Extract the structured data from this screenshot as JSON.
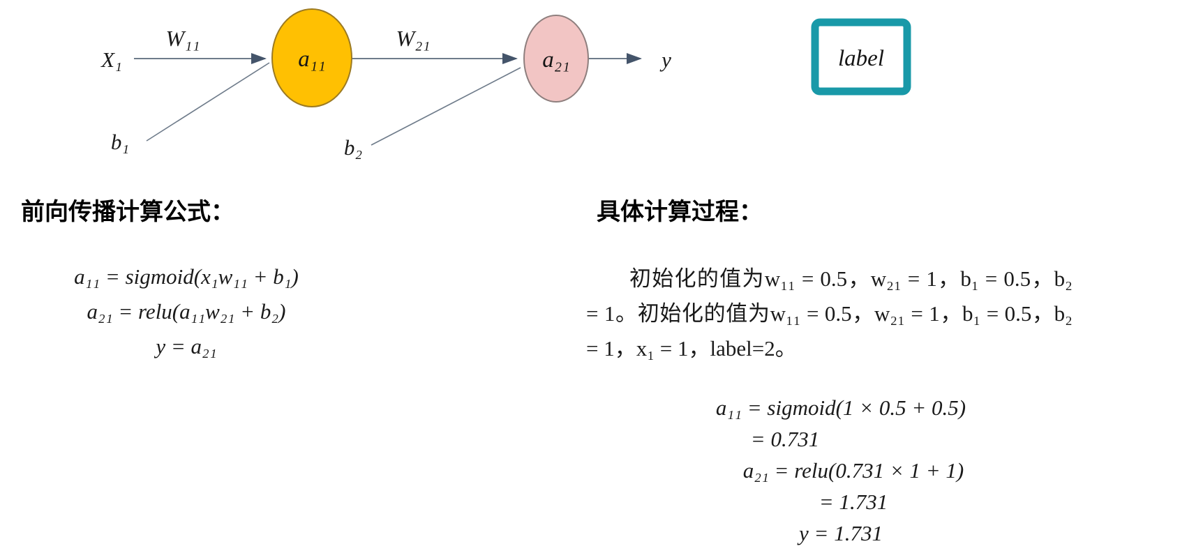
{
  "diagram": {
    "input_label": "X₁",
    "weight1_label": "W₁₁",
    "bias1_label": "b₁",
    "weight2_label": "W₂₁",
    "bias2_label": "b₂",
    "node1_label": "a₁₁",
    "node2_label": "a₂₁",
    "output_label": "y",
    "label_box_text": "label",
    "colors": {
      "node1_fill": "#FFC002",
      "node1_stroke": "#9C7A22",
      "node2_fill": "#F2C5C4",
      "node2_stroke": "#8E7F7E",
      "label_box_border": "#1999A8",
      "connector": "#6E7B8A",
      "arrowhead": "#44546A"
    }
  },
  "formula_section": {
    "heading": "前向传播计算公式：",
    "lines": [
      "a₁₁ = sigmoid(x₁w₁₁ + b₁)",
      "a₂₁ = relu(a₁₁w₂₁ + b₂)",
      "y = a₂₁"
    ]
  },
  "calculation_section": {
    "heading": "具体计算过程：",
    "paragraph": "初始化的值为w₁₁ = 0.5，w₂₁ = 1，b₁ = 0.5，b₂ = 1。初始化的值为w₁₁ = 0.5，w₂₁ = 1，b₁ = 0.5，b₂ = 1，x₁ = 1，label=2。",
    "steps": [
      "a₁₁ = sigmoid(1 × 0.5 + 0.5)",
      "= 0.731",
      "a₂₁ = relu(0.731 × 1 + 1)",
      "= 1.731",
      "y = 1.731"
    ]
  }
}
